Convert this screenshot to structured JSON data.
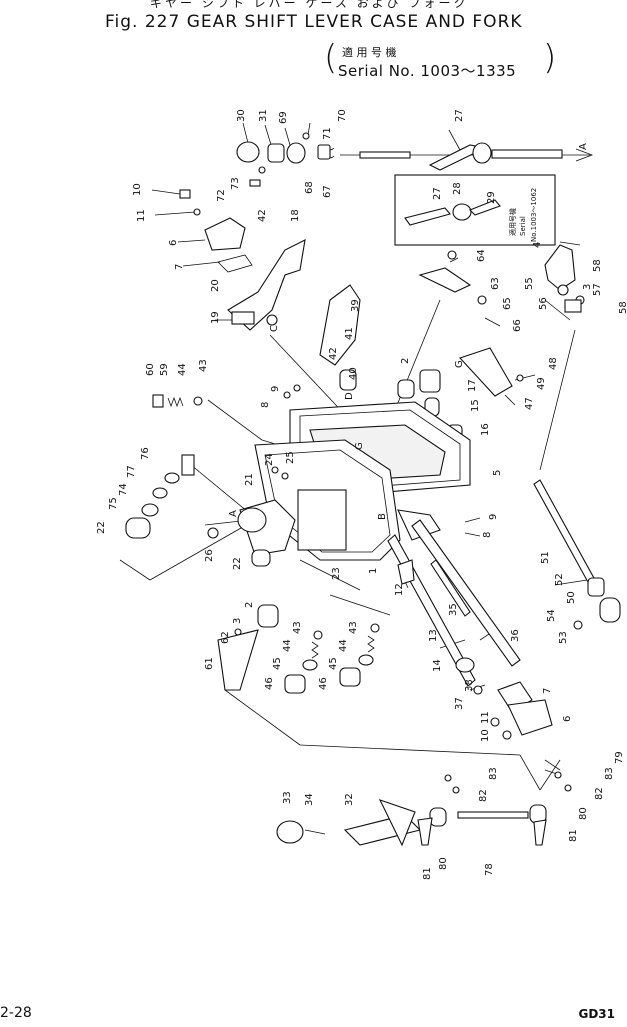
{
  "header": {
    "japanese_title": "ギヤー シフト レバー ケース および フォーク",
    "title": "Fig. 227  GEAR SHIFT LEVER CASE AND FORK",
    "serial_note_jp": "適 用 号 機",
    "serial": "Serial No. 1003～1335"
  },
  "inset": {
    "note_jp": "適用号機",
    "serial_label": "Serial",
    "serial_no": "No.1003～1062"
  },
  "callouts": [
    {
      "id": "c1",
      "text": "30"
    },
    {
      "id": "c2",
      "text": "31"
    },
    {
      "id": "c3",
      "text": "69"
    },
    {
      "id": "c4",
      "text": "70"
    },
    {
      "id": "c5",
      "text": "71"
    },
    {
      "id": "c6",
      "text": "68"
    },
    {
      "id": "c7",
      "text": "67"
    },
    {
      "id": "c8",
      "text": "73"
    },
    {
      "id": "c9",
      "text": "72"
    },
    {
      "id": "c10",
      "text": "27"
    },
    {
      "id": "c11",
      "text": "A"
    },
    {
      "id": "c12",
      "text": "27"
    },
    {
      "id": "c13",
      "text": "28"
    },
    {
      "id": "c14",
      "text": "29"
    },
    {
      "id": "c15",
      "text": "10"
    },
    {
      "id": "c16",
      "text": "11"
    },
    {
      "id": "c17",
      "text": "6"
    },
    {
      "id": "c18",
      "text": "7"
    },
    {
      "id": "c19",
      "text": "42"
    },
    {
      "id": "c20",
      "text": "18"
    },
    {
      "id": "c21",
      "text": "20"
    },
    {
      "id": "c22",
      "text": "19"
    },
    {
      "id": "c23",
      "text": "C"
    },
    {
      "id": "c24",
      "text": "39"
    },
    {
      "id": "c25",
      "text": "41"
    },
    {
      "id": "c26",
      "text": "42"
    },
    {
      "id": "c27",
      "text": "40"
    },
    {
      "id": "c28",
      "text": "D"
    },
    {
      "id": "c29",
      "text": "4"
    },
    {
      "id": "c30",
      "text": "55"
    },
    {
      "id": "c31",
      "text": "58"
    },
    {
      "id": "c32",
      "text": "3"
    },
    {
      "id": "c33",
      "text": "57"
    },
    {
      "id": "c34",
      "text": "56"
    },
    {
      "id": "c35",
      "text": "58"
    },
    {
      "id": "c36",
      "text": "64"
    },
    {
      "id": "c37",
      "text": "63"
    },
    {
      "id": "c38",
      "text": "65"
    },
    {
      "id": "c39",
      "text": "66"
    },
    {
      "id": "c40",
      "text": "48"
    },
    {
      "id": "c41",
      "text": "49"
    },
    {
      "id": "c42",
      "text": "47"
    },
    {
      "id": "c43",
      "text": "G"
    },
    {
      "id": "c44",
      "text": "17"
    },
    {
      "id": "c45",
      "text": "15"
    },
    {
      "id": "c46",
      "text": "16"
    },
    {
      "id": "c47",
      "text": "2"
    },
    {
      "id": "c48",
      "text": "60"
    },
    {
      "id": "c49",
      "text": "59"
    },
    {
      "id": "c50",
      "text": "44"
    },
    {
      "id": "c51",
      "text": "43"
    },
    {
      "id": "c52",
      "text": "9"
    },
    {
      "id": "c53",
      "text": "8"
    },
    {
      "id": "c54",
      "text": "G"
    },
    {
      "id": "c55",
      "text": "5"
    },
    {
      "id": "c56",
      "text": "76"
    },
    {
      "id": "c57",
      "text": "24"
    },
    {
      "id": "c58",
      "text": "25"
    },
    {
      "id": "c59",
      "text": "77"
    },
    {
      "id": "c60",
      "text": "74"
    },
    {
      "id": "c61",
      "text": "75"
    },
    {
      "id": "c62",
      "text": "22"
    },
    {
      "id": "c63",
      "text": "21"
    },
    {
      "id": "c64",
      "text": "A"
    },
    {
      "id": "c65",
      "text": "26"
    },
    {
      "id": "c66",
      "text": "22"
    },
    {
      "id": "c67",
      "text": "B"
    },
    {
      "id": "c68",
      "text": "9"
    },
    {
      "id": "c69",
      "text": "8"
    },
    {
      "id": "c70",
      "text": "23"
    },
    {
      "id": "c71",
      "text": "1"
    },
    {
      "id": "c72",
      "text": "12"
    },
    {
      "id": "c73",
      "text": "51"
    },
    {
      "id": "c74",
      "text": "52"
    },
    {
      "id": "c75",
      "text": "50"
    },
    {
      "id": "c76",
      "text": "54"
    },
    {
      "id": "c77",
      "text": "53"
    },
    {
      "id": "c78",
      "text": "2"
    },
    {
      "id": "c79",
      "text": "3"
    },
    {
      "id": "c80",
      "text": "62"
    },
    {
      "id": "c81",
      "text": "61"
    },
    {
      "id": "c82",
      "text": "43"
    },
    {
      "id": "c83",
      "text": "44"
    },
    {
      "id": "c84",
      "text": "45"
    },
    {
      "id": "c85",
      "text": "46"
    },
    {
      "id": "c86",
      "text": "43"
    },
    {
      "id": "c87",
      "text": "44"
    },
    {
      "id": "c88",
      "text": "45"
    },
    {
      "id": "c89",
      "text": "46"
    },
    {
      "id": "c90",
      "text": "35"
    },
    {
      "id": "c91",
      "text": "13"
    },
    {
      "id": "c92",
      "text": "36"
    },
    {
      "id": "c93",
      "text": "14"
    },
    {
      "id": "c94",
      "text": "38"
    },
    {
      "id": "c95",
      "text": "37"
    },
    {
      "id": "c96",
      "text": "7"
    },
    {
      "id": "c97",
      "text": "6"
    },
    {
      "id": "c98",
      "text": "11"
    },
    {
      "id": "c99",
      "text": "10"
    },
    {
      "id": "c100",
      "text": "79"
    },
    {
      "id": "c101",
      "text": "33"
    },
    {
      "id": "c102",
      "text": "34"
    },
    {
      "id": "c103",
      "text": "32"
    },
    {
      "id": "c104",
      "text": "83"
    },
    {
      "id": "c105",
      "text": "82"
    },
    {
      "id": "c106",
      "text": "83"
    },
    {
      "id": "c107",
      "text": "82"
    },
    {
      "id": "c108",
      "text": "80"
    },
    {
      "id": "c109",
      "text": "81"
    },
    {
      "id": "c110",
      "text": "81"
    },
    {
      "id": "c111",
      "text": "80"
    },
    {
      "id": "c112",
      "text": "78"
    }
  ],
  "footer": {
    "page": "2-28",
    "code": "GD31"
  }
}
